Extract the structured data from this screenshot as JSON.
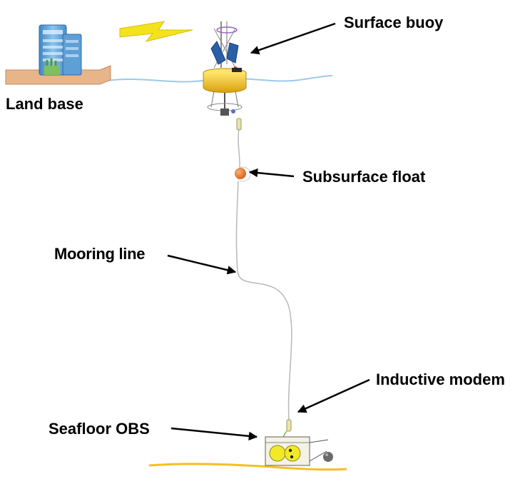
{
  "labels": {
    "surface_buoy": "Surface buoy",
    "land_base": "Land base",
    "subsurface_float": "Subsurface float",
    "mooring_line": "Mooring line",
    "inductive_modem": "Inductive modem",
    "seafloor_obs": "Seafloor OBS"
  },
  "colors": {
    "sea_surface": "#9cc9ee",
    "seafloor": "#f4c020",
    "land": "#e8b48a",
    "buoy_body": "#f2c21a",
    "float": "#e8772e",
    "mooring_line": "#b8b8b8",
    "lightning": "#f4e21c",
    "building": "#6aa8d8"
  },
  "icons": [
    "building-icon",
    "lightning-icon",
    "buoy-icon",
    "float-icon",
    "obs-icon"
  ]
}
